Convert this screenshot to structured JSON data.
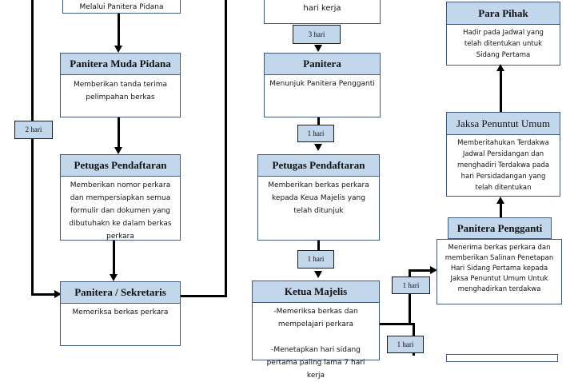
{
  "left_column": {
    "top_box_text": "Melalui Panitera Pidana",
    "panitera_muda": {
      "title": "Panitera Muda Pidana",
      "text": "Memberikan tanda terima\npelimpahan berkas"
    },
    "petugas": {
      "title": "Petugas Pendaftaran",
      "text": "Memberikan nomor perkara\ndan mempersiapkan semua\nformulir dan dokumen yang\ndibutuhakn ke dalam berkas\nperkara"
    },
    "sekretaris": {
      "title": "Panitera / Sekretaris",
      "text": "Memeriksa berkas perkara"
    },
    "duration_tag": "2 hari"
  },
  "middle_column": {
    "top_box_text": "hari kerja",
    "tag1": "3 hari",
    "panitera": {
      "title": "Panitera",
      "text": "Menunjuk Panitera Pengganti"
    },
    "tag2": "1 hari",
    "petugas": {
      "title": "Petugas Pendaftaran",
      "text": "Memberikan berkas perkara\nkepada Keua Majelis yang\ntelah ditunjuk"
    },
    "tag3": "1 hari",
    "ketua": {
      "title": "Ketua Majelis",
      "text": "-Memeriksa berkas dan\nmempelajari perkara\n\n-Menetapkan hari sidang\npertama paling lama 7 hari kerja"
    }
  },
  "right_column": {
    "para_pihak": {
      "title": "Para Pihak",
      "text": "Hadir pada Jadwal yang\ntelah ditentukan untuk\nSidang Pertama"
    },
    "jaksa": {
      "title": "Jaksa Penuntut Umum",
      "text": "Memberitahukan Terdakwa\nJadwal Persidangan dan\nmenghadiri Terdakwa pada\nhari Persidadangan yang\ntelah ditentukan"
    },
    "pengganti": {
      "title": "Panitera Pengganti",
      "text": "Menerima berkas perkara dan\nmemberikan Salinan Penetapan\nHari Sidang Pertama kepada\nJaksa Penuntut Umum Untuk\nmenghadirkan terdakwa"
    },
    "tag1": "1 hari",
    "tag2": "1 hari"
  }
}
